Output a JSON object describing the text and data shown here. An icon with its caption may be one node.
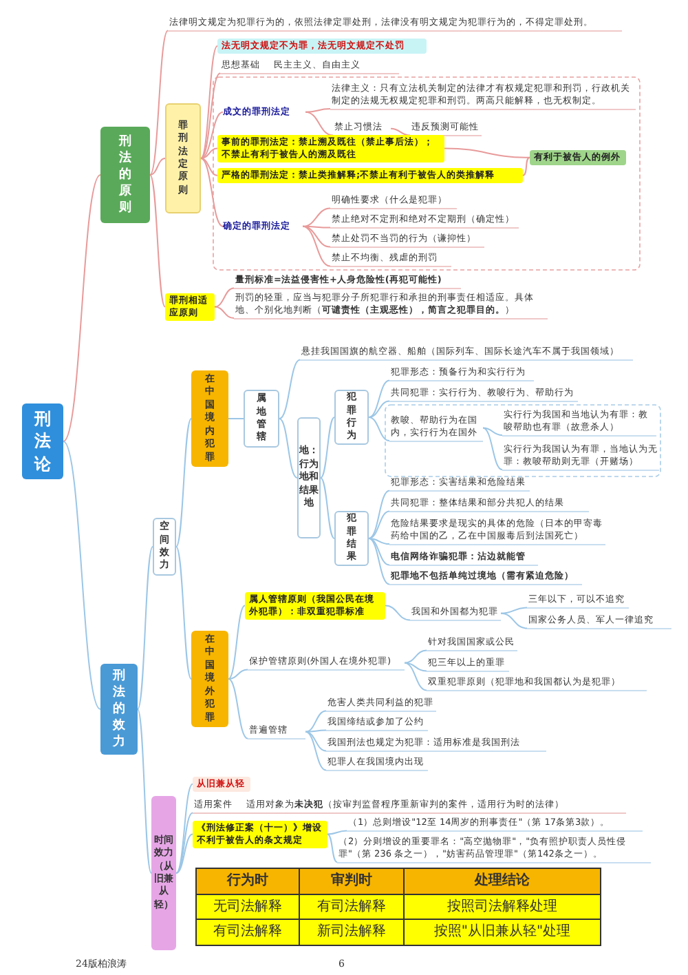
{
  "diagram": {
    "nodes": [
      {
        "text": [
          "刑法论"
        ]
      },
      {
        "text": [
          "刑法的原则"
        ]
      },
      {
        "text": [
          "法律明文规定为犯罪行为的，依照法律定罪处刑，法律没有明文规定为犯罪行为的，不得定罪处刑。"
        ]
      },
      {
        "text": [
          "罪刑法定原则"
        ]
      },
      {
        "text": [
          "法无明文规定不为罪，法无明文规定不处罚"
        ]
      },
      {
        "text": [
          "思想基础",
          "民主主义、自由主义"
        ]
      },
      {
        "text": [
          "成文的罪刑法定"
        ]
      },
      {
        "text": [
          "法律主义：只有立法机关制定的法律才有权规定犯罪和刑罚，行政机关制定的法规无权规定犯罪和刑罚。两高只能解释，也无权制定。"
        ]
      },
      {
        "text": [
          "禁止习惯法"
        ]
      },
      {
        "text": [
          "违反预测可能性"
        ]
      },
      {
        "text": [
          "事前的罪刑法定：禁止溯及既往（禁止事后法）；不禁止有利于被告人的溯及既往"
        ]
      },
      {
        "text": [
          "严格的罪刑法定：禁止类推解释;不禁止有利于被告人的类推解释"
        ]
      },
      {
        "text": [
          "有利于被告人的例外"
        ]
      },
      {
        "text": [
          "确定的罪刑法定"
        ]
      },
      {
        "text": [
          "明确性要求（什么是犯罪）"
        ]
      },
      {
        "text": [
          "禁止绝对不定刑和绝对不定期刑（确定性）"
        ]
      },
      {
        "text": [
          "禁止处罚不当罚的行为（谦抑性）"
        ]
      },
      {
        "text": [
          "禁止不均衡、残虐的刑罚"
        ]
      },
      {
        "text": [
          "罪刑相适应原则"
        ]
      },
      {
        "text": [
          "量刑标准=法益侵害性+人身危险性(再犯可能性)"
        ]
      },
      {
        "text": [
          "刑罚的轻重，应当与犯罪分子所犯罪行和承担的刑事责任相适应。具体地、个别化地判断（**可谴责性（主观恶性），简言之犯罪目的。**）"
        ]
      },
      {
        "text": [
          "刑法的效力"
        ]
      },
      {
        "text": [
          "空间效力"
        ]
      },
      {
        "text": [
          "在中国境内犯罪"
        ]
      },
      {
        "text": [
          "属地管辖"
        ]
      },
      {
        "text": [
          "悬挂我国国旗的航空器、船舶（国际列车、国际长途汽车不属于我国领域）"
        ]
      },
      {
        "text": [
          "地：行为地和结果地"
        ]
      },
      {
        "text": [
          "犯罪行为"
        ]
      },
      {
        "text": [
          "犯罪形态：预备行为和实行行为"
        ]
      },
      {
        "text": [
          "共同犯罪：实行行为、教唆行为、帮助行为"
        ]
      },
      {
        "text": [
          "教唆、帮助行为在国内，实行行为在国外"
        ]
      },
      {
        "text": [
          "实行行为我国和当地认为有罪：教唆帮助也有罪（故意杀人）"
        ]
      },
      {
        "text": [
          "实行行为我国认为有罪，当地认为无罪：教唆帮助则无罪（开赌场）"
        ]
      },
      {
        "text": [
          "犯罪结果"
        ]
      },
      {
        "text": [
          "犯罪形态：实害结果和危险结果"
        ]
      },
      {
        "text": [
          "共同犯罪：整体结果和部分共犯人的结果"
        ]
      },
      {
        "text": [
          "危险结果要求是现实的具体的危险（日本的甲寄毒药给中国的乙，乙在中国服毒后到法国死亡）"
        ]
      },
      {
        "text": [
          "电信网络诈骗犯罪：沾边就能管"
        ]
      },
      {
        "text": [
          "犯罪地不包括单纯过境地（需有紧迫危险）"
        ]
      },
      {
        "text": [
          "在中国境外犯罪"
        ]
      },
      {
        "text": [
          "属人管辖原则（我国公民在境外犯罪）：非双重犯罪标准"
        ]
      },
      {
        "text": [
          "我国和外国都为犯罪"
        ]
      },
      {
        "text": [
          "三年以下，可以不追究"
        ]
      },
      {
        "text": [
          "国家公务人员、军人一律追究"
        ]
      },
      {
        "text": [
          "保护管辖原则(外国人在境外犯罪)"
        ]
      },
      {
        "text": [
          "针对我国国家或公民"
        ]
      },
      {
        "text": [
          "犯三年以上的重罪"
        ]
      },
      {
        "text": [
          "双重犯罪原则（犯罪地和我国都认为是犯罪）"
        ]
      },
      {
        "text": [
          "普遍管辖"
        ]
      },
      {
        "text": [
          "危害人类共同利益的犯罪"
        ]
      },
      {
        "text": [
          "我国缔结或参加了公约"
        ]
      },
      {
        "text": [
          "我国刑法也规定为犯罪：适用标准是我国刑法"
        ]
      },
      {
        "text": [
          "犯罪人在我国境内出现"
        ]
      },
      {
        "text": [
          "时间效力（从旧兼从轻）"
        ]
      },
      {
        "text": [
          "从旧兼从轻"
        ]
      },
      {
        "text": [
          "适用案件",
          "适用对象为**未决犯**（按审判监督程序重新审判的案件，适用行为时的法律）"
        ]
      },
      {
        "text": [
          "《刑法修正案（十一）》增设不利于被告人的条文规定"
        ]
      },
      {
        "text": [
          "（1）总则增设\"12至 14周岁的刑事责任\"（第 17条第3款）。"
        ]
      },
      {
        "text": [
          "（2）分则增设的重要罪名：\"高空抛物罪\"，\"负有照护职责人员性侵罪\"（第 236 条之一），\"妨害药品管理罪\"（第142条之一）。"
        ]
      }
    ],
    "edges": [
      {
        "from": 0,
        "to": 1,
        "arrow": "none",
        "color": "#e89a9a"
      },
      {
        "from": 0,
        "to": 21,
        "arrow": "none"
      },
      {
        "from": 1,
        "to": 2,
        "arrow": "none",
        "color": "#e89a9a"
      },
      {
        "from": 1,
        "to": 3,
        "arrow": "none",
        "color": "#e89a9a"
      },
      {
        "from": 1,
        "to": 18,
        "arrow": "none",
        "color": "#e89a9a"
      },
      {
        "from": 3,
        "to": 4,
        "arrow": "none",
        "color": "#e89a9a"
      },
      {
        "from": 3,
        "to": 5,
        "arrow": "none",
        "color": "#e89a9a"
      },
      {
        "from": 3,
        "to": 6,
        "arrow": "none",
        "color": "#e89a9a"
      },
      {
        "from": 3,
        "to": 10,
        "arrow": "none",
        "color": "#e89a9a"
      },
      {
        "from": 3,
        "to": 11,
        "arrow": "none",
        "color": "#e89a9a"
      },
      {
        "from": 3,
        "to": 13,
        "arrow": "none",
        "color": "#e89a9a"
      },
      {
        "from": 6,
        "to": 7,
        "arrow": "none",
        "color": "#e89a9a"
      },
      {
        "from": 6,
        "to": 8,
        "arrow": "none",
        "color": "#e89a9a"
      },
      {
        "from": 8,
        "to": 9,
        "arrow": "none",
        "color": "#e89a9a"
      },
      {
        "from": 10,
        "to": 12,
        "arrow": "none",
        "color": "#e89a9a"
      },
      {
        "from": 11,
        "to": 12,
        "arrow": "none",
        "color": "#e89a9a"
      },
      {
        "from": 13,
        "to": 14,
        "arrow": "none",
        "color": "#e89a9a"
      },
      {
        "from": 13,
        "to": 15,
        "arrow": "none",
        "color": "#e89a9a"
      },
      {
        "from": 13,
        "to": 16,
        "arrow": "none",
        "color": "#e89a9a"
      },
      {
        "from": 13,
        "to": 17,
        "arrow": "none",
        "color": "#e89a9a"
      },
      {
        "from": 18,
        "to": 19,
        "arrow": "none",
        "color": "#e89a9a"
      },
      {
        "from": 18,
        "to": 20,
        "arrow": "none",
        "color": "#e89a9a"
      },
      {
        "from": 21,
        "to": 22,
        "arrow": "none"
      },
      {
        "from": 21,
        "to": 53,
        "arrow": "none"
      },
      {
        "from": 22,
        "to": 23,
        "arrow": "none"
      },
      {
        "from": 22,
        "to": 39,
        "arrow": "none"
      },
      {
        "from": 23,
        "to": 24,
        "arrow": "none"
      },
      {
        "from": 24,
        "to": 25,
        "arrow": "none"
      },
      {
        "from": 24,
        "to": 26,
        "arrow": "none"
      },
      {
        "from": 26,
        "to": 27,
        "arrow": "none"
      },
      {
        "from": 26,
        "to": 33,
        "arrow": "none"
      },
      {
        "from": 27,
        "to": 28,
        "arrow": "none"
      },
      {
        "from": 27,
        "to": 29,
        "arrow": "none"
      },
      {
        "from": 27,
        "to": 30,
        "arrow": "none"
      },
      {
        "from": 30,
        "to": 31,
        "arrow": "none"
      },
      {
        "from": 30,
        "to": 32,
        "arrow": "none"
      },
      {
        "from": 33,
        "to": 34,
        "arrow": "none"
      },
      {
        "from": 33,
        "to": 35,
        "arrow": "none"
      },
      {
        "from": 33,
        "to": 36,
        "arrow": "none"
      },
      {
        "from": 33,
        "to": 37,
        "arrow": "none"
      },
      {
        "from": 33,
        "to": 38,
        "arrow": "none"
      },
      {
        "from": 39,
        "to": 40,
        "arrow": "none"
      },
      {
        "from": 39,
        "to": 44,
        "arrow": "none"
      },
      {
        "from": 39,
        "to": 48,
        "arrow": "none"
      },
      {
        "from": 40,
        "to": 41,
        "arrow": "none"
      },
      {
        "from": 41,
        "to": 42,
        "arrow": "none"
      },
      {
        "from": 41,
        "to": 43,
        "arrow": "none"
      },
      {
        "from": 44,
        "to": 45,
        "arrow": "none"
      },
      {
        "from": 44,
        "to": 46,
        "arrow": "none"
      },
      {
        "from": 44,
        "to": 47,
        "arrow": "none"
      },
      {
        "from": 48,
        "to": 49,
        "arrow": "none"
      },
      {
        "from": 48,
        "to": 50,
        "arrow": "none"
      },
      {
        "from": 48,
        "to": 51,
        "arrow": "none"
      },
      {
        "from": 48,
        "to": 52,
        "arrow": "none"
      },
      {
        "from": 53,
        "to": 54,
        "arrow": "none"
      },
      {
        "from": 53,
        "to": 55,
        "arrow": "none"
      },
      {
        "from": 53,
        "to": 56,
        "arrow": "none"
      },
      {
        "from": 56,
        "to": 57,
        "arrow": "none"
      },
      {
        "from": 56,
        "to": 58,
        "arrow": "none"
      }
    ],
    "labels": [
      "行为时",
      "审判时",
      "处理结论",
      "无司法解释",
      "有司法解释",
      "按照司法解释处理",
      "有司法解释",
      "新司法解释",
      "按照\"从旧兼从轻\"处理",
      "24版柏浪涛",
      "6"
    ]
  }
}
